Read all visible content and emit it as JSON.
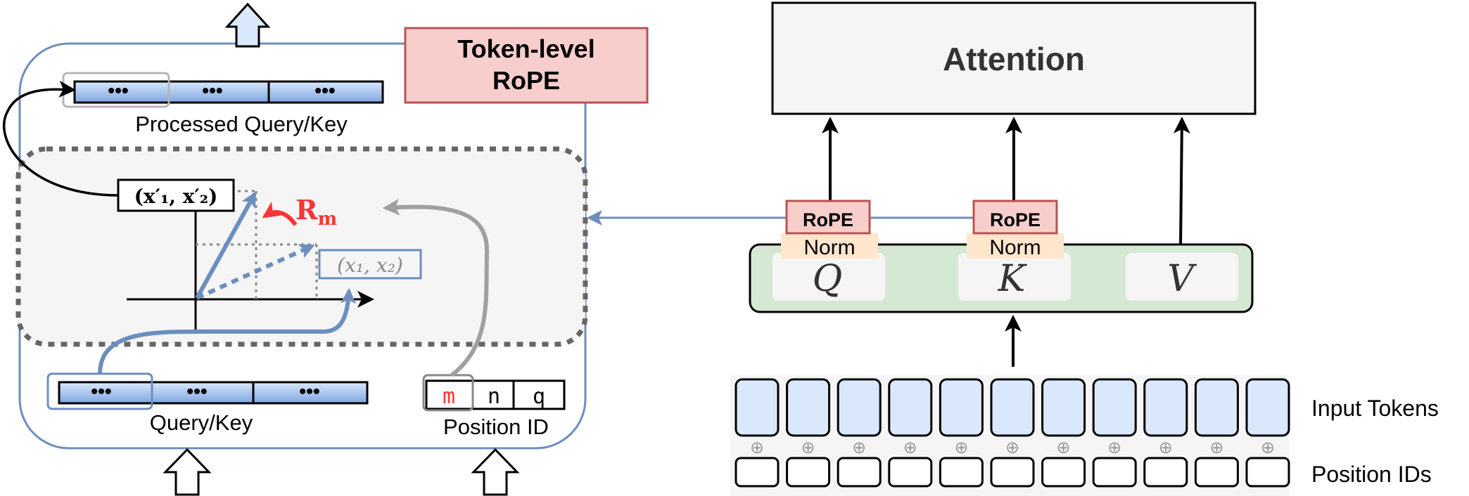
{
  "left_panel": {
    "badge_line1": "Token-level",
    "badge_line2": "RoPE",
    "processed_label": "Processed Query/Key",
    "query_key_label": "Query/Key",
    "position_id_label": "Position ID",
    "dots": "•••",
    "rotated_point": "(x′₁, x′₂)",
    "original_point": "(x₁, x₂)",
    "rotation_symbol": "R",
    "rotation_subscript": "m",
    "position_cells": [
      "m",
      "n",
      "q"
    ]
  },
  "right_panel": {
    "attention_label": "Attention",
    "rope_label": "RoPE",
    "norm_label": "Norm",
    "q_label": "Q",
    "k_label": "K",
    "v_label": "V",
    "input_tokens_label": "Input Tokens",
    "position_ids_label": "Position IDs",
    "plus_symbol": "⊕"
  },
  "colors": {
    "panel_blue": "#6c8ebf",
    "token_fill": "#dae8fc",
    "bar_fill_start": "#dae8fc",
    "bar_fill_end": "#7ea6e0",
    "badge_fill": "#f8cecc",
    "badge_stroke": "#b85450",
    "norm_fill": "#ffe6cc",
    "qkv_panel_fill": "#d5e8d4",
    "rotation_red": "#ff3333",
    "gray_arrow": "#a0a0a0"
  }
}
